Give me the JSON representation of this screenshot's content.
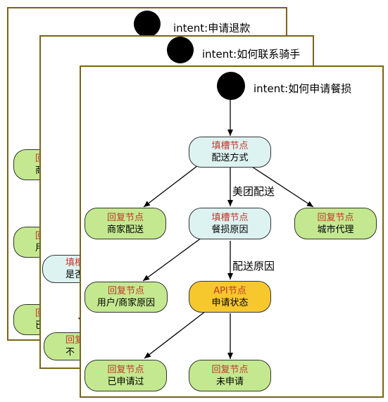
{
  "frames": [
    {
      "intent": "intent:申请退款"
    },
    {
      "intent": "intent:如何联系骑手"
    },
    {
      "intent": "intent:如何申请餐损"
    }
  ],
  "back1": {
    "n1": {
      "title": "回",
      "sub": "商"
    },
    "n2": {
      "title": "回",
      "sub": "用户"
    },
    "n3": {
      "title": "回",
      "sub": "已"
    }
  },
  "back2": {
    "n1": {
      "title": "填槽",
      "sub": "是否"
    },
    "n2": {
      "title": "回复",
      "sub": "不"
    },
    "edge_label": "Y"
  },
  "nodes": {
    "slot1": {
      "title": "填槽节点",
      "sub": "配送方式"
    },
    "reply1": {
      "title": "回复节点",
      "sub": "商家配送"
    },
    "slot2": {
      "title": "填槽节点",
      "sub": "餐损原因"
    },
    "reply2": {
      "title": "回复节点",
      "sub": "城市代理"
    },
    "reply3": {
      "title": "回复节点",
      "sub": "用户/商家原因"
    },
    "api": {
      "title": "API节点",
      "sub": "申请状态"
    },
    "reply4": {
      "title": "回复节点",
      "sub": "已申请过"
    },
    "reply5": {
      "title": "回复节点",
      "sub": "未申请"
    }
  },
  "edge_labels": {
    "meituan": "美团配送",
    "delivery_reason": "配送原因"
  },
  "colors": {
    "frame_border": "#7a6418",
    "reply_fill": "#c4e88f",
    "slot_fill": "#ddf3f2",
    "api_fill": "#f7c82d",
    "node_title": "#c0392b"
  }
}
